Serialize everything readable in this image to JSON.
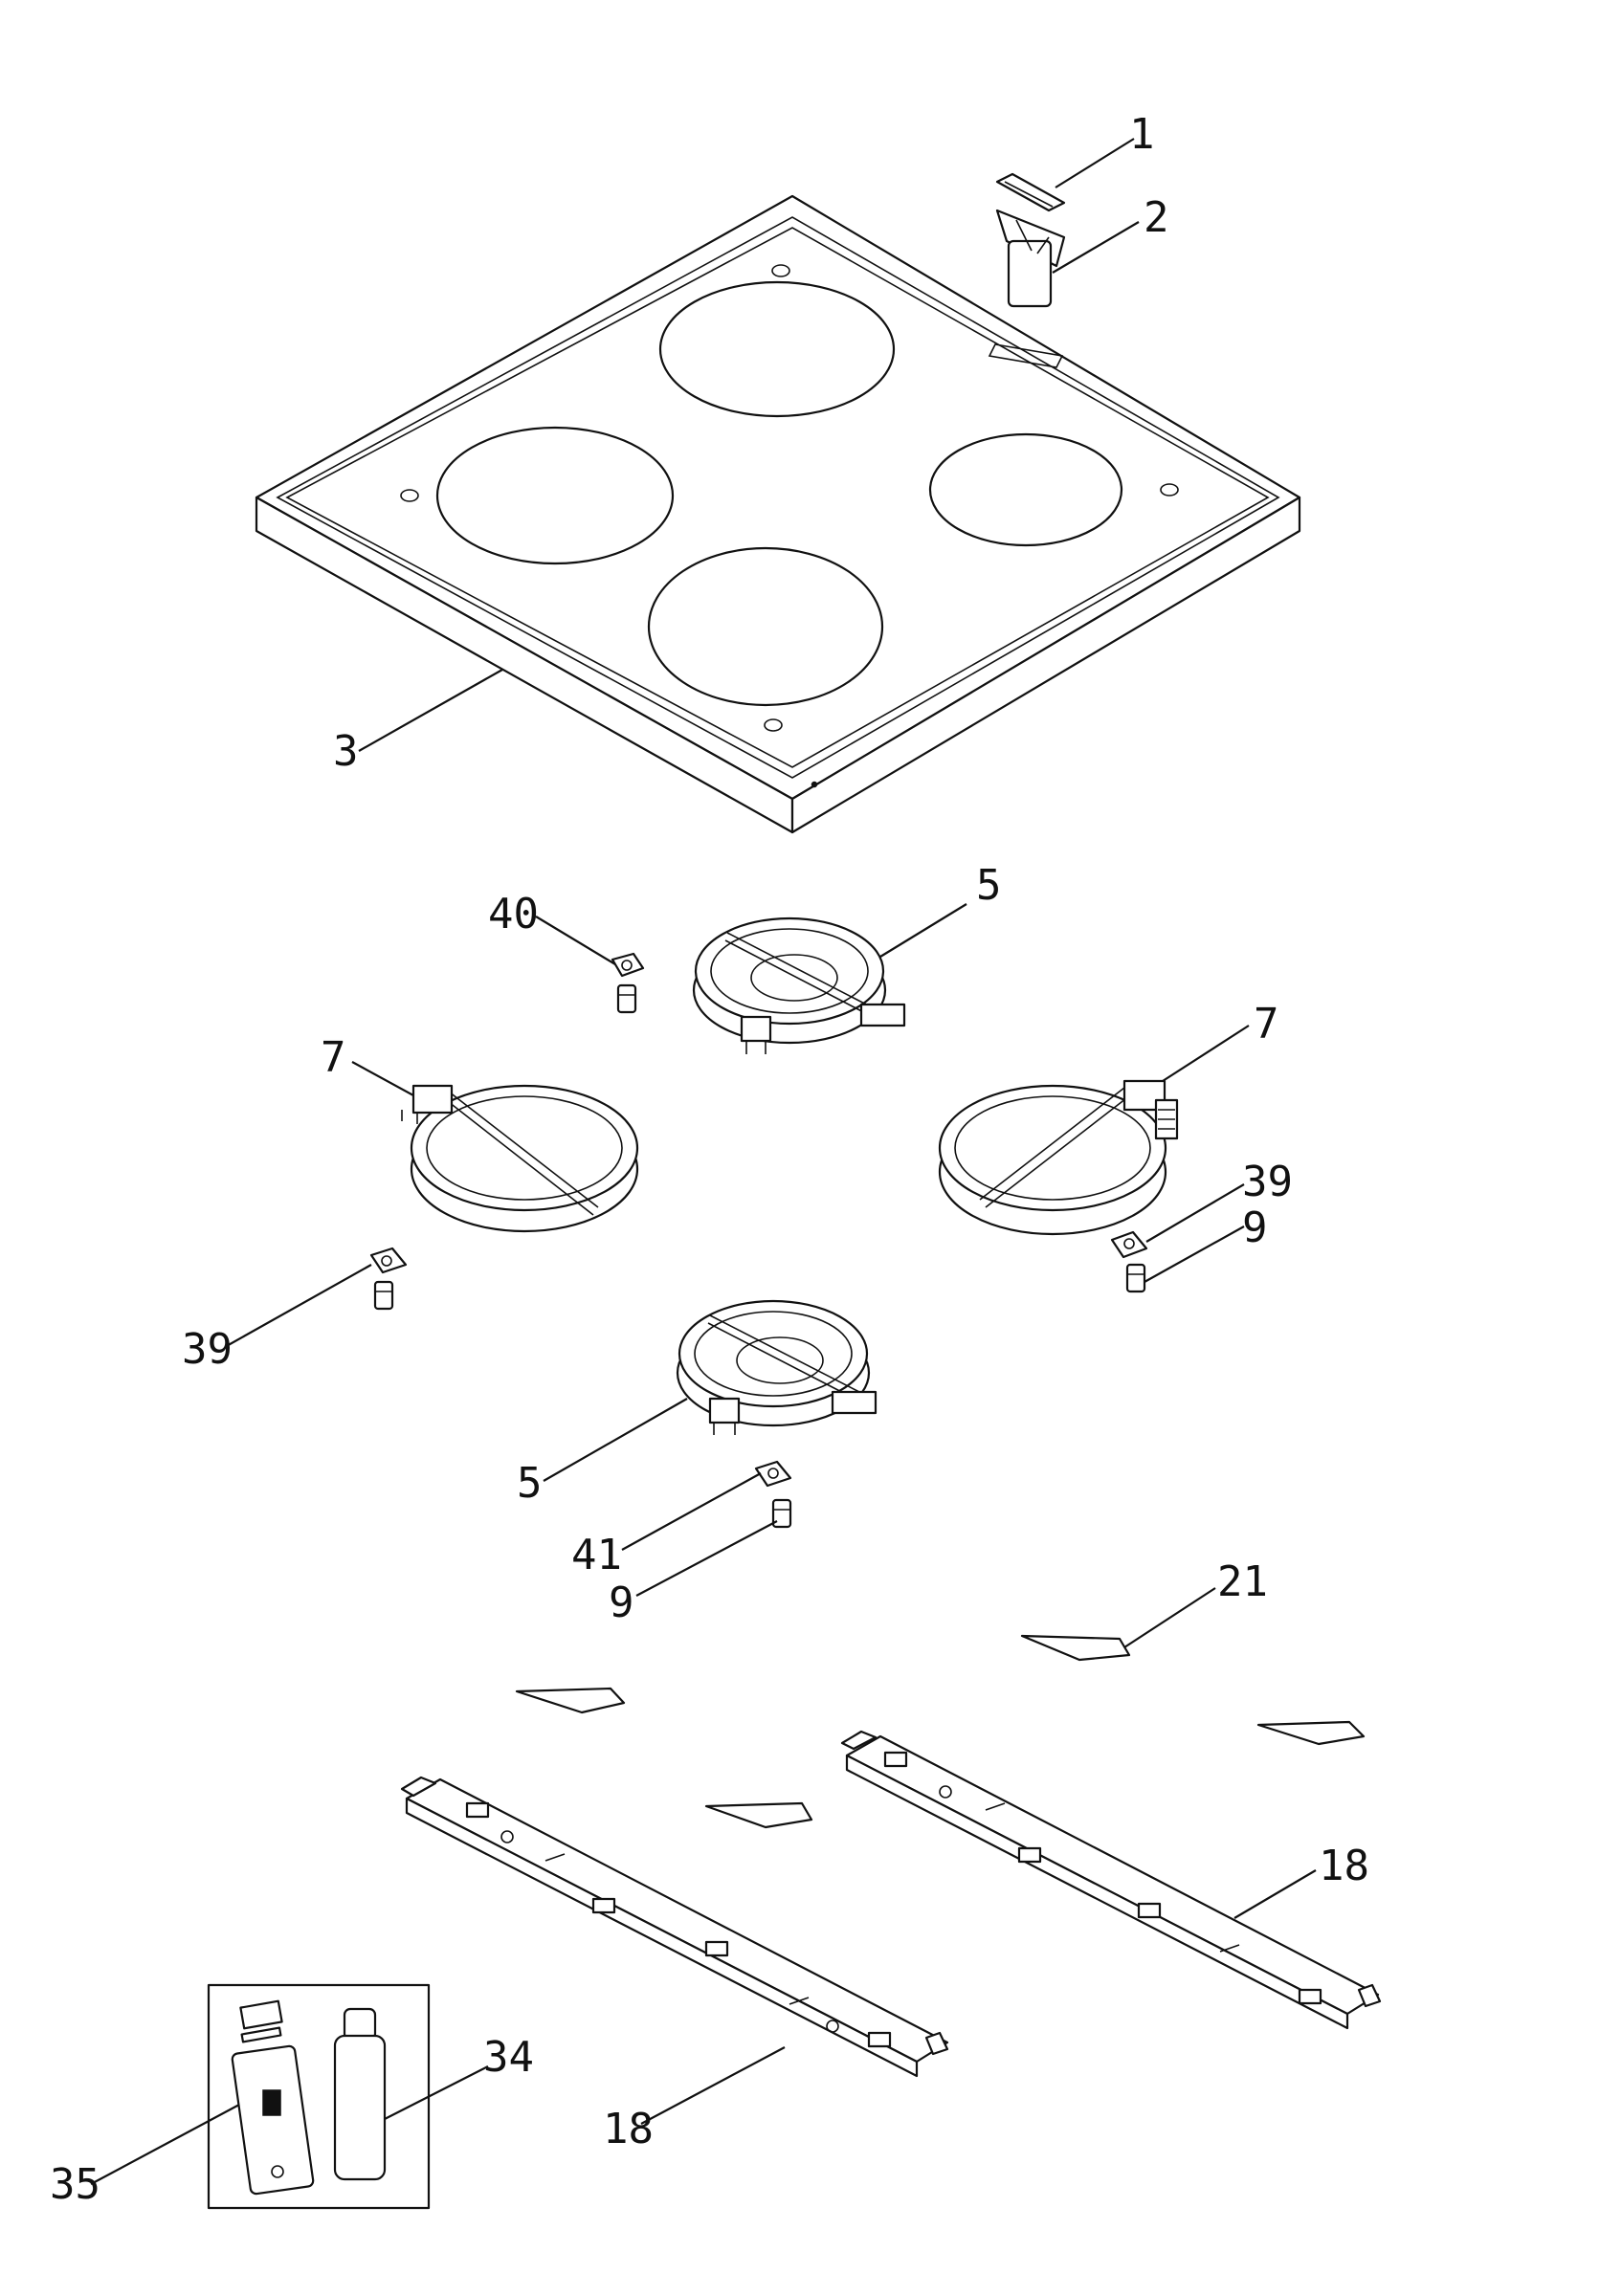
{
  "diagram": {
    "callouts": [
      "1",
      "2",
      "3",
      "5",
      "7",
      "40",
      "7",
      "39",
      "9",
      "39",
      "5",
      "41",
      "9",
      "21",
      "18",
      "18",
      "34",
      "35"
    ]
  }
}
